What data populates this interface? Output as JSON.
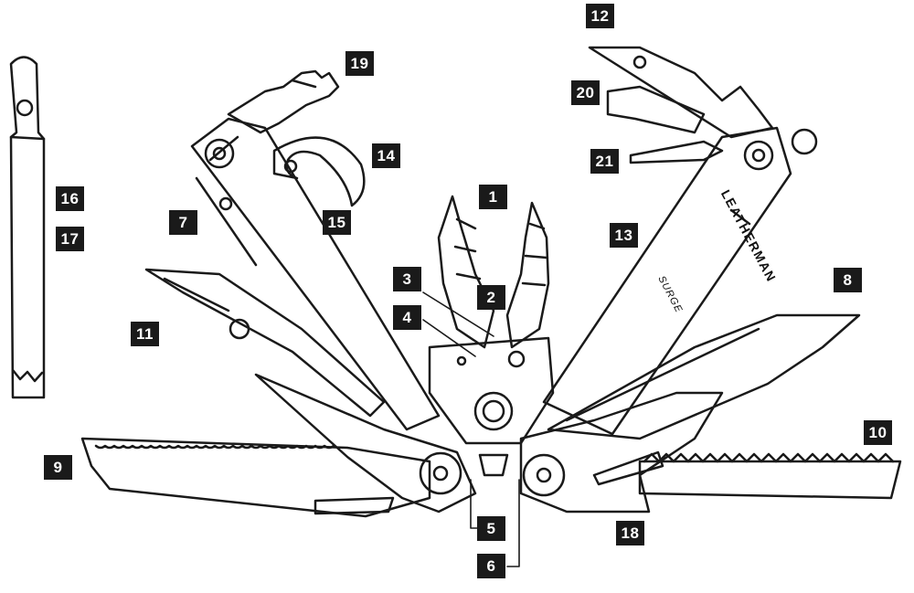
{
  "diagram": {
    "brand_text": "LEATHERMAN",
    "model_text": "SURGE",
    "callouts": [
      "1",
      "2",
      "3",
      "4",
      "5",
      "6",
      "7",
      "8",
      "9",
      "10",
      "11",
      "12",
      "13",
      "14",
      "15",
      "16",
      "17",
      "18",
      "19",
      "20",
      "21"
    ]
  },
  "colors": {
    "line": "#1a1a1a",
    "badge_bg": "#1a1a1a",
    "badge_text": "#ffffff",
    "background": "#ffffff"
  }
}
